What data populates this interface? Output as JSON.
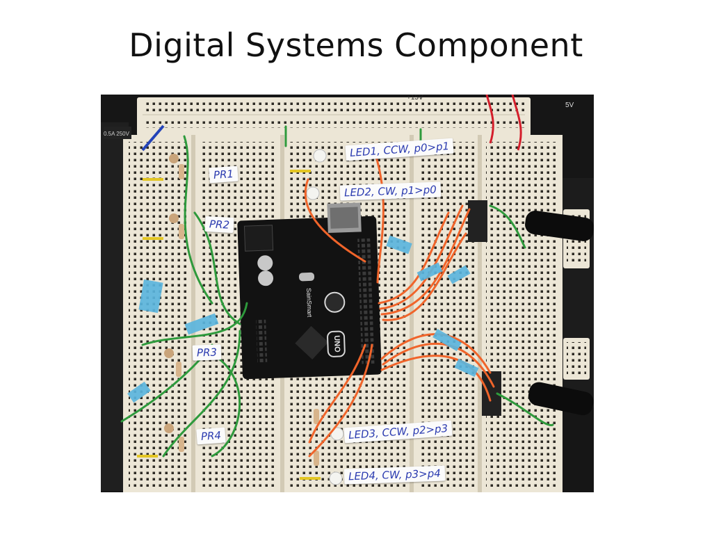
{
  "slide": {
    "title": "Digital Systems Component"
  },
  "photo": {
    "board_labels": {
      "pr1": "PR1",
      "pr2": "PR2",
      "pr3": "PR3",
      "pr4": "PR4",
      "led1": "LED1, CCW, p0>p1",
      "led2": "LED2, CW, p1>p0",
      "led3": "LED3, CCW, p2>p3",
      "led4": "LED4, CW, p3>p4"
    },
    "printed_text": {
      "rail_plus15": "+15V",
      "rail_5v": "5V",
      "fuse": "0.5A 250V",
      "arduino_brand": "SainSmart",
      "arduino_model": "UNO"
    },
    "colors": {
      "breadboard": "#ece6d6",
      "arduino_pcb": "#121212",
      "wire_orange": "#f0642a",
      "wire_green": "#2e9a3c",
      "tape_blue": "#5bb5de",
      "ink_blue": "#2b3bb0"
    }
  }
}
